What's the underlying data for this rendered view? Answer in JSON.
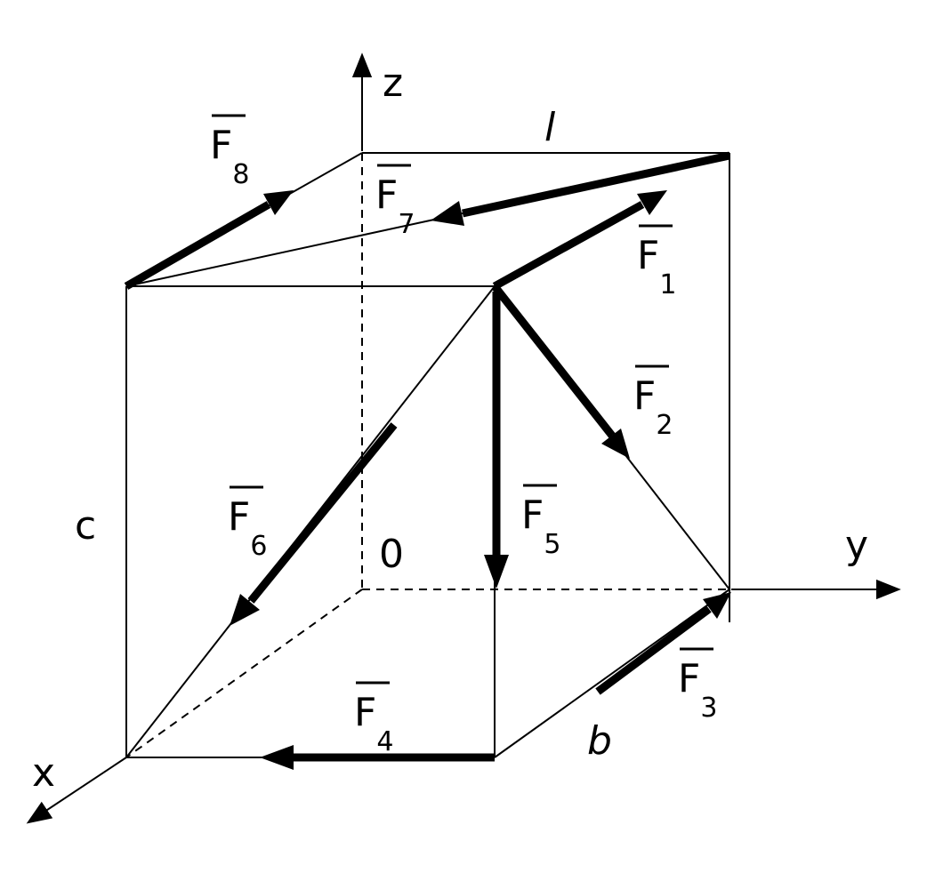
{
  "axes": {
    "x": "x",
    "y": "y",
    "z": "z",
    "origin": "0"
  },
  "dimensions": {
    "length": "l",
    "width": "b",
    "height": "c"
  },
  "forces": [
    {
      "id": "F1",
      "letter": "F",
      "index": "1"
    },
    {
      "id": "F2",
      "letter": "F",
      "index": "2"
    },
    {
      "id": "F3",
      "letter": "F",
      "index": "3"
    },
    {
      "id": "F4",
      "letter": "F",
      "index": "4"
    },
    {
      "id": "F5",
      "letter": "F",
      "index": "5"
    },
    {
      "id": "F6",
      "letter": "F",
      "index": "6"
    },
    {
      "id": "F7",
      "letter": "F",
      "index": "7"
    },
    {
      "id": "F8",
      "letter": "F",
      "index": "8"
    }
  ]
}
